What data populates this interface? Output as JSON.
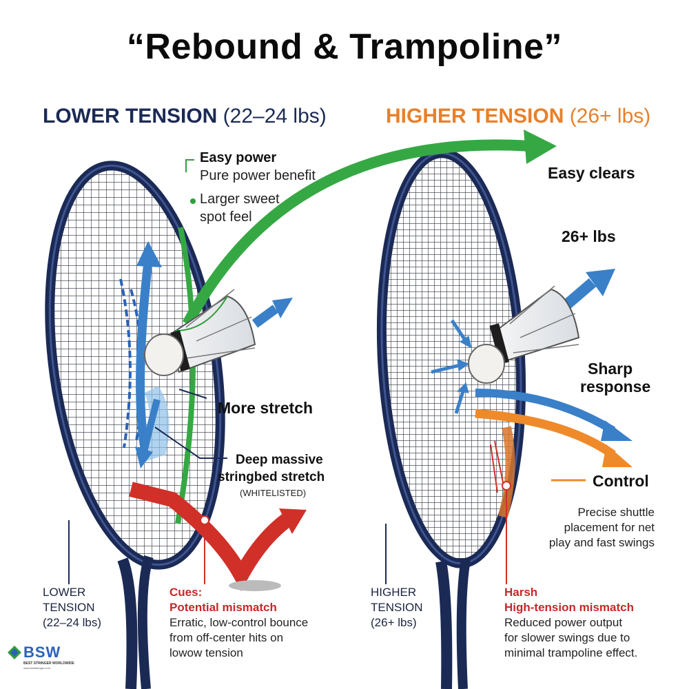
{
  "title": "“Rebound & Trampoline”",
  "left": {
    "heading_strong": "LOWER TENSION",
    "heading_range": " (22–24 lbs)",
    "easy_power": "Easy power",
    "pure_power": "Pure power benefit",
    "larger_sweet_1": "Larger sweet",
    "larger_sweet_2": "spot feel",
    "more_stretch": "More stretch",
    "deep_1": "Deep massive",
    "deep_2": "stringbed stretch",
    "deep_3": "(WHITELISTED)",
    "bottom_1": "LOWER",
    "bottom_2": "TENSION",
    "bottom_3": "(22–24 lbs)",
    "cues_1": "Cues:",
    "cues_2": "Potential mismatch",
    "cues_3": "Erratic, low-control bounce",
    "cues_4": "from off-center hits on",
    "cues_5": "lowow tension"
  },
  "right": {
    "heading_strong": "HIGHER TENSION",
    "heading_range": " (26+ lbs)",
    "easy_clears": "Easy clears",
    "lbs": "26+ lbs",
    "sharp_1": "Sharp",
    "sharp_2": "response",
    "control": "Control",
    "precise_1": "Precise shuttle",
    "precise_2": "placement for net",
    "precise_3": "play and fast swings",
    "bottom_1": "HIGHER",
    "bottom_2": "TENSION",
    "bottom_3": "(26+ lbs)",
    "harsh_1": "Harsh",
    "harsh_2": "High-tension mismatch",
    "harsh_3": "Reduced power output",
    "harsh_4": "for slower swings due to",
    "harsh_5": "minimal trampoline effect."
  },
  "logo": {
    "name": "BSW",
    "tagline": "BEST STRINGER WORLDWIDE",
    "url": "www.beststringer.com"
  },
  "colors": {
    "frame_navy": "#1b2a55",
    "green": "#35a844",
    "blue": "#3a80c8",
    "red": "#d03028",
    "orange": "#ef8a2a"
  }
}
